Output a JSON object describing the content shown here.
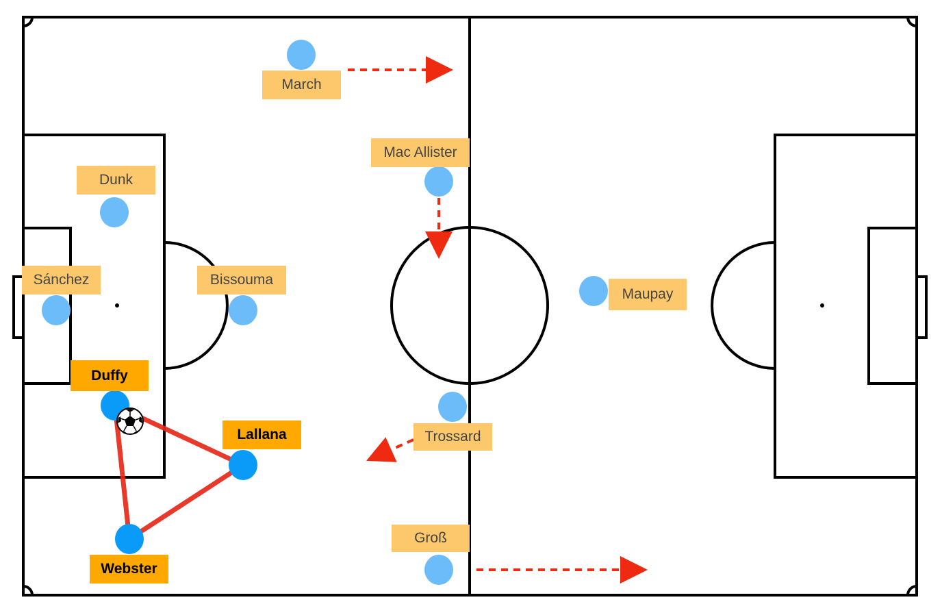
{
  "colors": {
    "pitch_line": "#000000",
    "faded_player": "#6cbcfa",
    "highlight_player": "#0a9af7",
    "faded_label_bg": "#fdc86b",
    "highlight_label_bg": "#ffa800",
    "arrow": "#ee2a10",
    "pass_line": "#e52a1a"
  },
  "ball_icon": "soccer-ball-icon",
  "players": {
    "march": "March",
    "mac_allister": "Mac Allister",
    "dunk": "Dunk",
    "sanchez": "Sánchez",
    "bissouma": "Bissouma",
    "maupay": "Maupay",
    "duffy": "Duffy",
    "lallana": "Lallana",
    "trossard": "Trossard",
    "webster": "Webster",
    "gross": "Groß"
  }
}
